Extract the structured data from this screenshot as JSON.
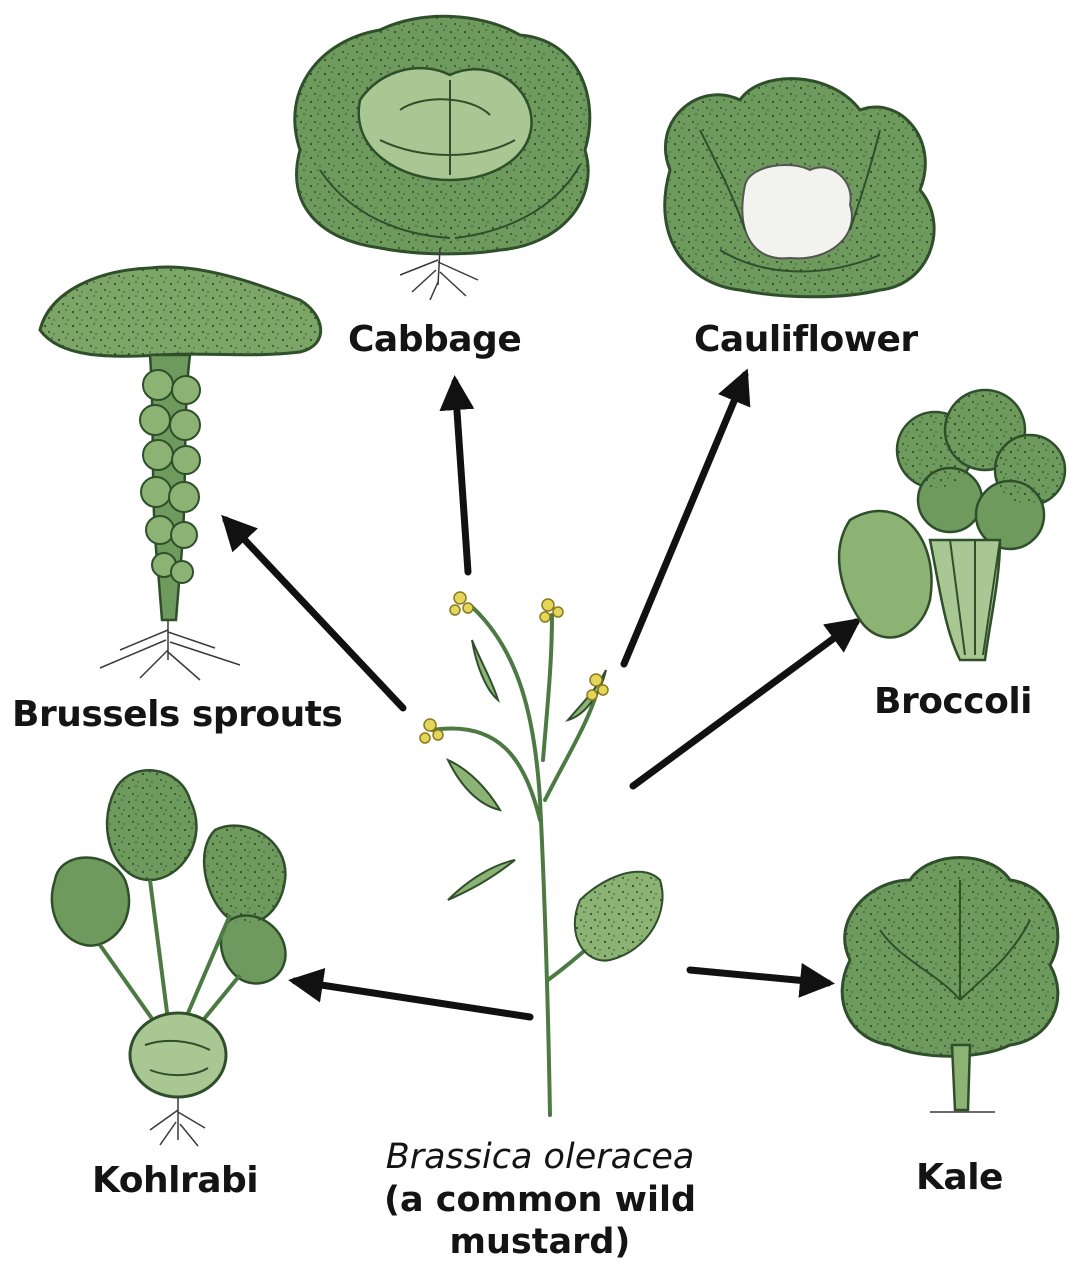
{
  "diagram": {
    "center": {
      "species": "Brassica oleracea",
      "common_name": "(a common wild mustard)"
    },
    "derived_crops": [
      {
        "id": "cabbage",
        "label": "Cabbage"
      },
      {
        "id": "cauliflower",
        "label": "Cauliflower"
      },
      {
        "id": "brussels-sprouts",
        "label": "Brussels sprouts"
      },
      {
        "id": "broccoli",
        "label": "Broccoli"
      },
      {
        "id": "kohlrabi",
        "label": "Kohlrabi"
      },
      {
        "id": "kale",
        "label": "Kale"
      }
    ]
  },
  "colors": {
    "leaf_dark": "#3f6b3a",
    "leaf_mid": "#6f9a5e",
    "leaf_light": "#a9c792",
    "flower": "#e3d65a",
    "cauliflower_curd": "#f2f2ee",
    "arrow": "#111111"
  }
}
